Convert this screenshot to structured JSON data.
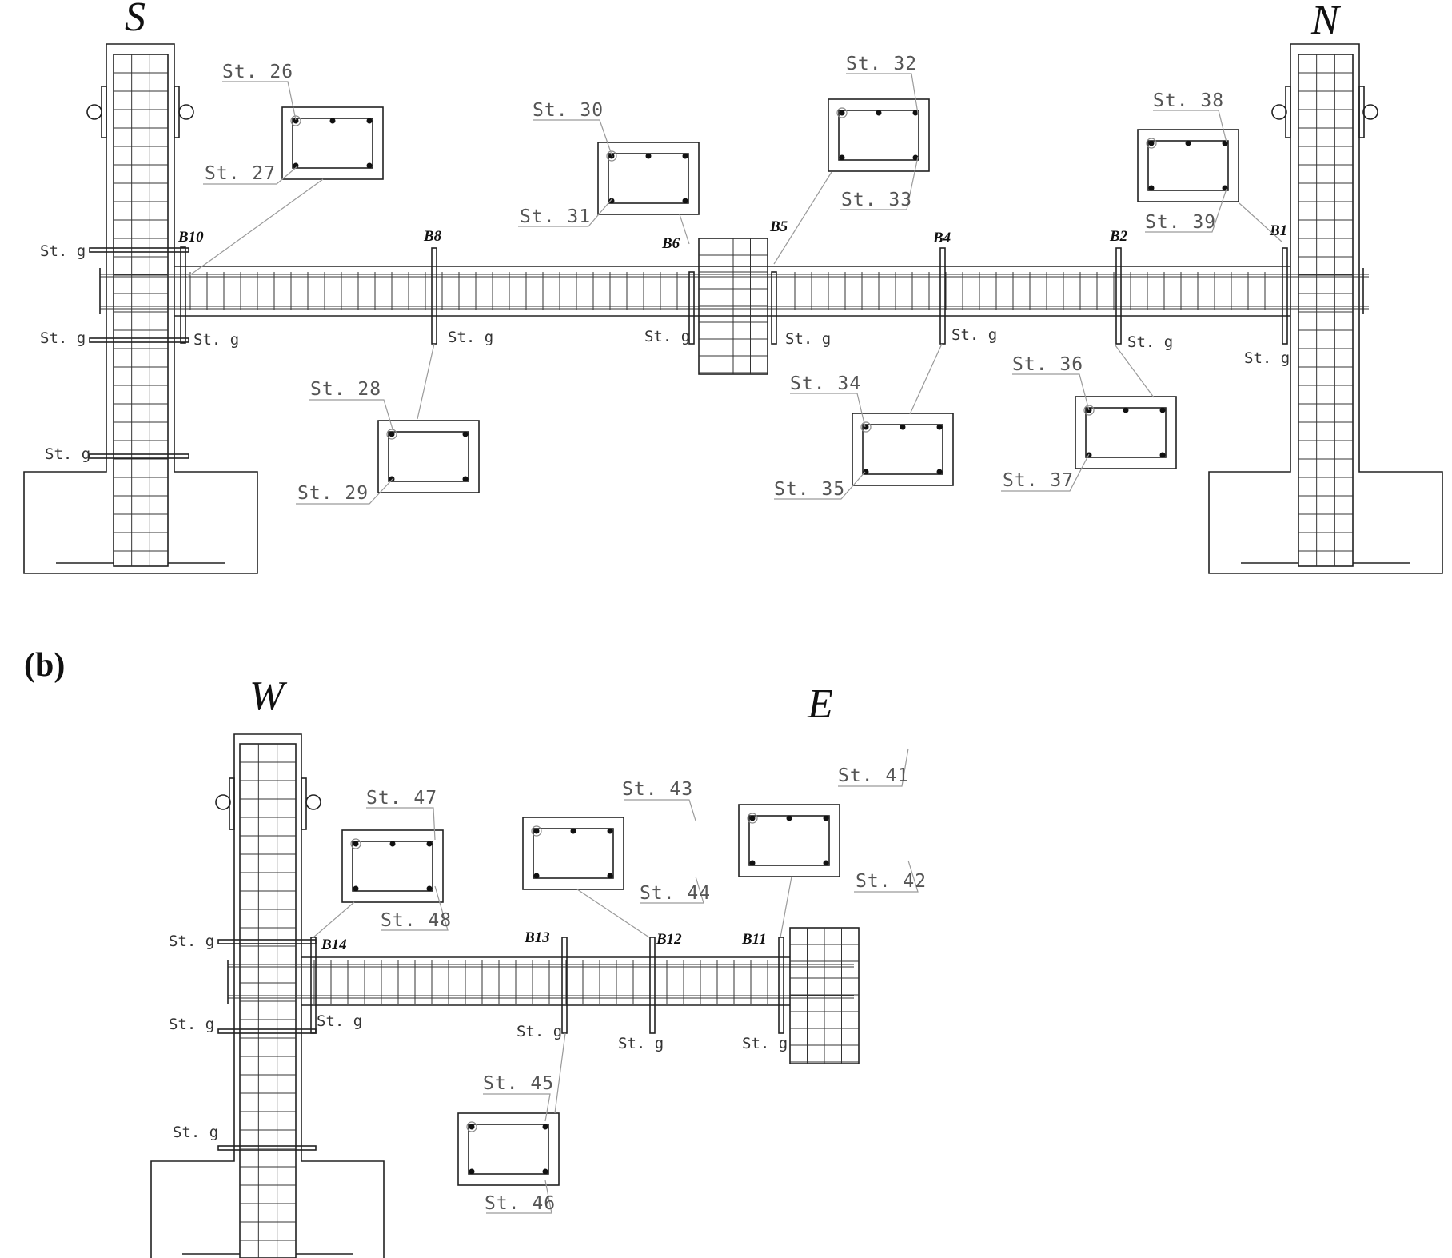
{
  "panel_b_label": "(b)",
  "directions": {
    "south": "S",
    "north": "N",
    "west": "W",
    "east": "E"
  },
  "panel_a": {
    "beams": [
      "B10",
      "B8",
      "B6",
      "B5",
      "B4",
      "B2",
      "B1"
    ],
    "gauges": {
      "left_top": "St. g",
      "left_mid": "St. g",
      "left_bot": "St. g",
      "b10": "St. g",
      "b8": "St. g",
      "b6": "St. g",
      "b5": "St. g",
      "b4": "St. g",
      "b2": "St. g",
      "b1": "St. g"
    },
    "sections": {
      "s26": "St. 26",
      "s27": "St. 27",
      "s28": "St. 28",
      "s29": "St. 29",
      "s30": "St. 30",
      "s31": "St. 31",
      "s32": "St. 32",
      "s33": "St. 33",
      "s34": "St. 34",
      "s35": "St. 35",
      "s36": "St. 36",
      "s37": "St. 37",
      "s38": "St. 38",
      "s39": "St. 39"
    }
  },
  "panel_b": {
    "beams": [
      "B14",
      "B13",
      "B12",
      "B11"
    ],
    "gauges": {
      "left_top": "St. g",
      "left_mid": "St. g",
      "left_bot": "St. g",
      "b14": "St. g",
      "b13": "St. g",
      "b12": "St. g",
      "b11": "St. g"
    },
    "sections": {
      "s41": "St. 41",
      "s42": "St. 42",
      "s43": "St. 43",
      "s44": "St. 44",
      "s45": "St. 45",
      "s46": "St. 46",
      "s47": "St. 47",
      "s48": "St. 48"
    }
  }
}
